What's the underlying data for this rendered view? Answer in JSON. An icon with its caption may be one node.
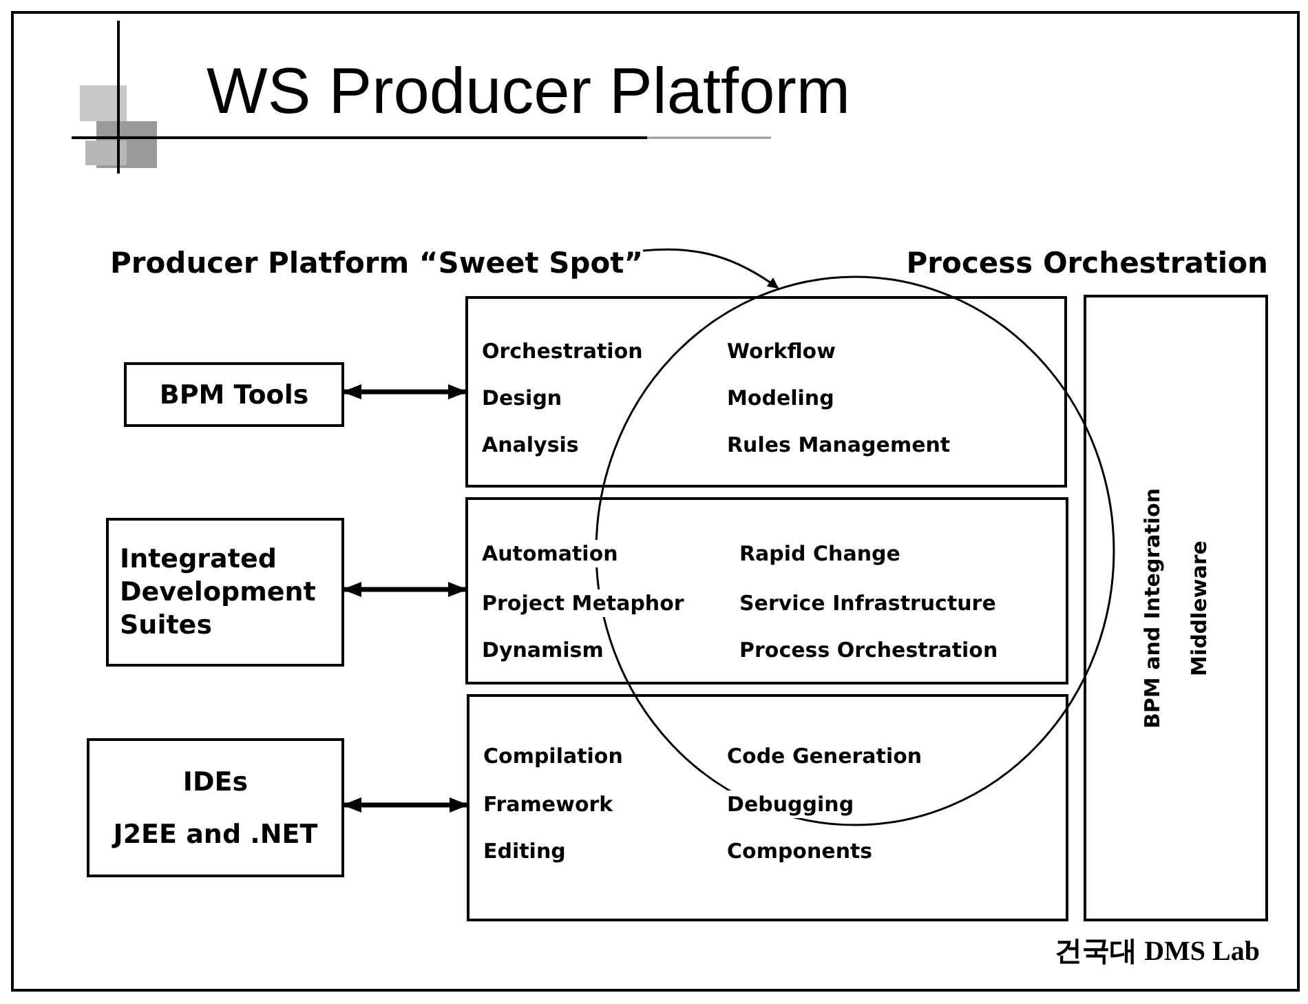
{
  "diagram": {
    "title": "WS Producer Platform",
    "nodes": [
      {
        "text": [
          "Producer Platform “Sweet Spot”"
        ]
      },
      {
        "text": [
          "BPM Tools"
        ]
      },
      {
        "text": [
          "Orchestration",
          "Workflow",
          "Design",
          "Modeling",
          "Analysis",
          "Rules Management"
        ]
      },
      {
        "text": [
          "Process Orchestration",
          "BPM and Integration Middleware"
        ]
      },
      {
        "text": [
          "Integrated Development Suites"
        ]
      },
      {
        "text": [
          "Automation",
          "Rapid Change",
          "Project Metaphor",
          "Service Infrastructure",
          "Dynamism",
          "Process Orchestration"
        ]
      },
      {
        "text": [
          "IDEs",
          "J2EE and .NET"
        ]
      },
      {
        "text": [
          "Compilation",
          "Code Generation",
          "Framework",
          "Debugging",
          "Editing",
          "Components"
        ]
      },
      {
        "text": [],
        "shape": "circle"
      }
    ],
    "edges": [
      {
        "from": 0,
        "to": 8,
        "arrow": "to"
      },
      {
        "from": 1,
        "to": 2,
        "arrow": "both"
      },
      {
        "from": 4,
        "to": 5,
        "arrow": "both"
      },
      {
        "from": 6,
        "to": 7,
        "arrow": "both"
      }
    ],
    "labels": [
      "건국대 DMS Lab"
    ]
  }
}
